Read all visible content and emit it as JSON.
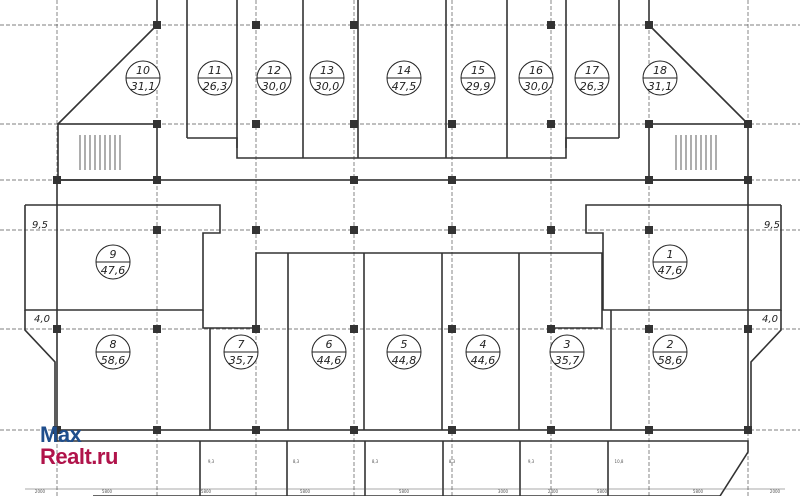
{
  "plan": {
    "units_top": [
      {
        "number": "10",
        "area": "31,1"
      },
      {
        "number": "11",
        "area": "26,3"
      },
      {
        "number": "12",
        "area": "30,0"
      },
      {
        "number": "13",
        "area": "30,0"
      },
      {
        "number": "14",
        "area": "47,5"
      },
      {
        "number": "15",
        "area": "29,9"
      },
      {
        "number": "16",
        "area": "30,0"
      },
      {
        "number": "17",
        "area": "26,3"
      },
      {
        "number": "18",
        "area": "31,1"
      }
    ],
    "units_bottom": [
      {
        "number": "9",
        "area": "47,6"
      },
      {
        "number": "8",
        "area": "58,6"
      },
      {
        "number": "7",
        "area": "35,7"
      },
      {
        "number": "6",
        "area": "44,6"
      },
      {
        "number": "5",
        "area": "44,8"
      },
      {
        "number": "4",
        "area": "44,6"
      },
      {
        "number": "3",
        "area": "35,7"
      },
      {
        "number": "2",
        "area": "58,6"
      },
      {
        "number": "1",
        "area": "47,6"
      }
    ],
    "balconies": [
      "9,5",
      "4,0",
      "9,5",
      "4,0"
    ],
    "terrace_areas": [
      "9,3",
      "8,3",
      "8,3",
      "8,3",
      "9,3",
      "10,8"
    ],
    "dimensions_bottom": [
      "2000",
      "5800",
      "5800",
      "5800",
      "5800",
      "3000",
      "2400",
      "5800",
      "5800",
      "2000"
    ]
  },
  "watermark": {
    "line1": "Max",
    "line2": "Realt.ru"
  },
  "colors": {
    "line": "#333333",
    "grid": "#555555",
    "logo_blue": "#1f4e8c",
    "logo_red": "#b0134a"
  }
}
